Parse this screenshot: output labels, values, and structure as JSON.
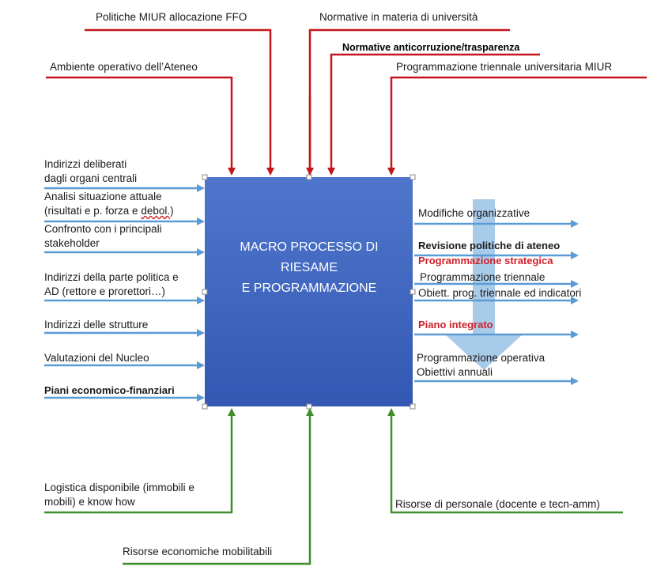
{
  "colors": {
    "control": "#c4161c",
    "input": "#5b9bd5",
    "mechanism": "#3e8e2f",
    "box_top": "#4f76cc",
    "box_bottom": "#3358b3",
    "down_arrow": "#a9cbea",
    "highlight_text": "#d0202a"
  },
  "box": {
    "title": "MACRO PROCESSO DI\nRIESAME\nE  PROGRAMMAZIONE"
  },
  "controls": [
    {
      "id": "ffo",
      "label": "Politiche MIUR allocazione FFO"
    },
    {
      "id": "normative",
      "label": "Normative in materia di università"
    },
    {
      "id": "anticorruzione",
      "label": "Normative anticorruzione/trasparenza"
    },
    {
      "id": "ambiente",
      "label": "Ambiente operativo dell’Ateneo"
    },
    {
      "id": "triennale",
      "label": "Programmazione triennale universitaria MIUR"
    }
  ],
  "inputs": [
    {
      "id": "indirizzi-organi",
      "label": "Indirizzi deliberati\ndagli organi centrali"
    },
    {
      "id": "analisi",
      "label_a": "Analisi situazione attuale\n(risultati e p. forza e ",
      "label_b": "debol.",
      "label_c": ")"
    },
    {
      "id": "stakeholder",
      "label": "Confronto con i principali\nstakeholder"
    },
    {
      "id": "politica",
      "label": "Indirizzi della parte politica e\nAD (rettore e prorettori…)"
    },
    {
      "id": "strutture",
      "label": "Indirizzi delle strutture"
    },
    {
      "id": "nucleo",
      "label": "Valutazioni del Nucleo"
    },
    {
      "id": "piani",
      "label": "Piani economico-finanziari"
    }
  ],
  "outputs": [
    {
      "id": "modifiche",
      "label": "Modifiche organizzative"
    },
    {
      "id": "revisione",
      "label": "Revisione politiche di ateneo"
    },
    {
      "id": "strategica",
      "label": "Programmazione strategica"
    },
    {
      "id": "prog-triennale",
      "label": "Programmazione triennale"
    },
    {
      "id": "obiettivi-triennale",
      "label": "Obiett. prog. triennale ed indicatori"
    },
    {
      "id": "piano-integrato",
      "label": "Piano integrato"
    },
    {
      "id": "operativa",
      "label": "Programmazione operativa\nObiettivi annuali"
    }
  ],
  "mechanisms": [
    {
      "id": "logistica",
      "label": "Logistica disponibile (immobili e\nmobili) e know how"
    },
    {
      "id": "risorse-economiche",
      "label": "Risorse economiche mobilitabili"
    },
    {
      "id": "risorse-personale",
      "label": "Risorse di personale (docente e tecn-amm)"
    }
  ]
}
